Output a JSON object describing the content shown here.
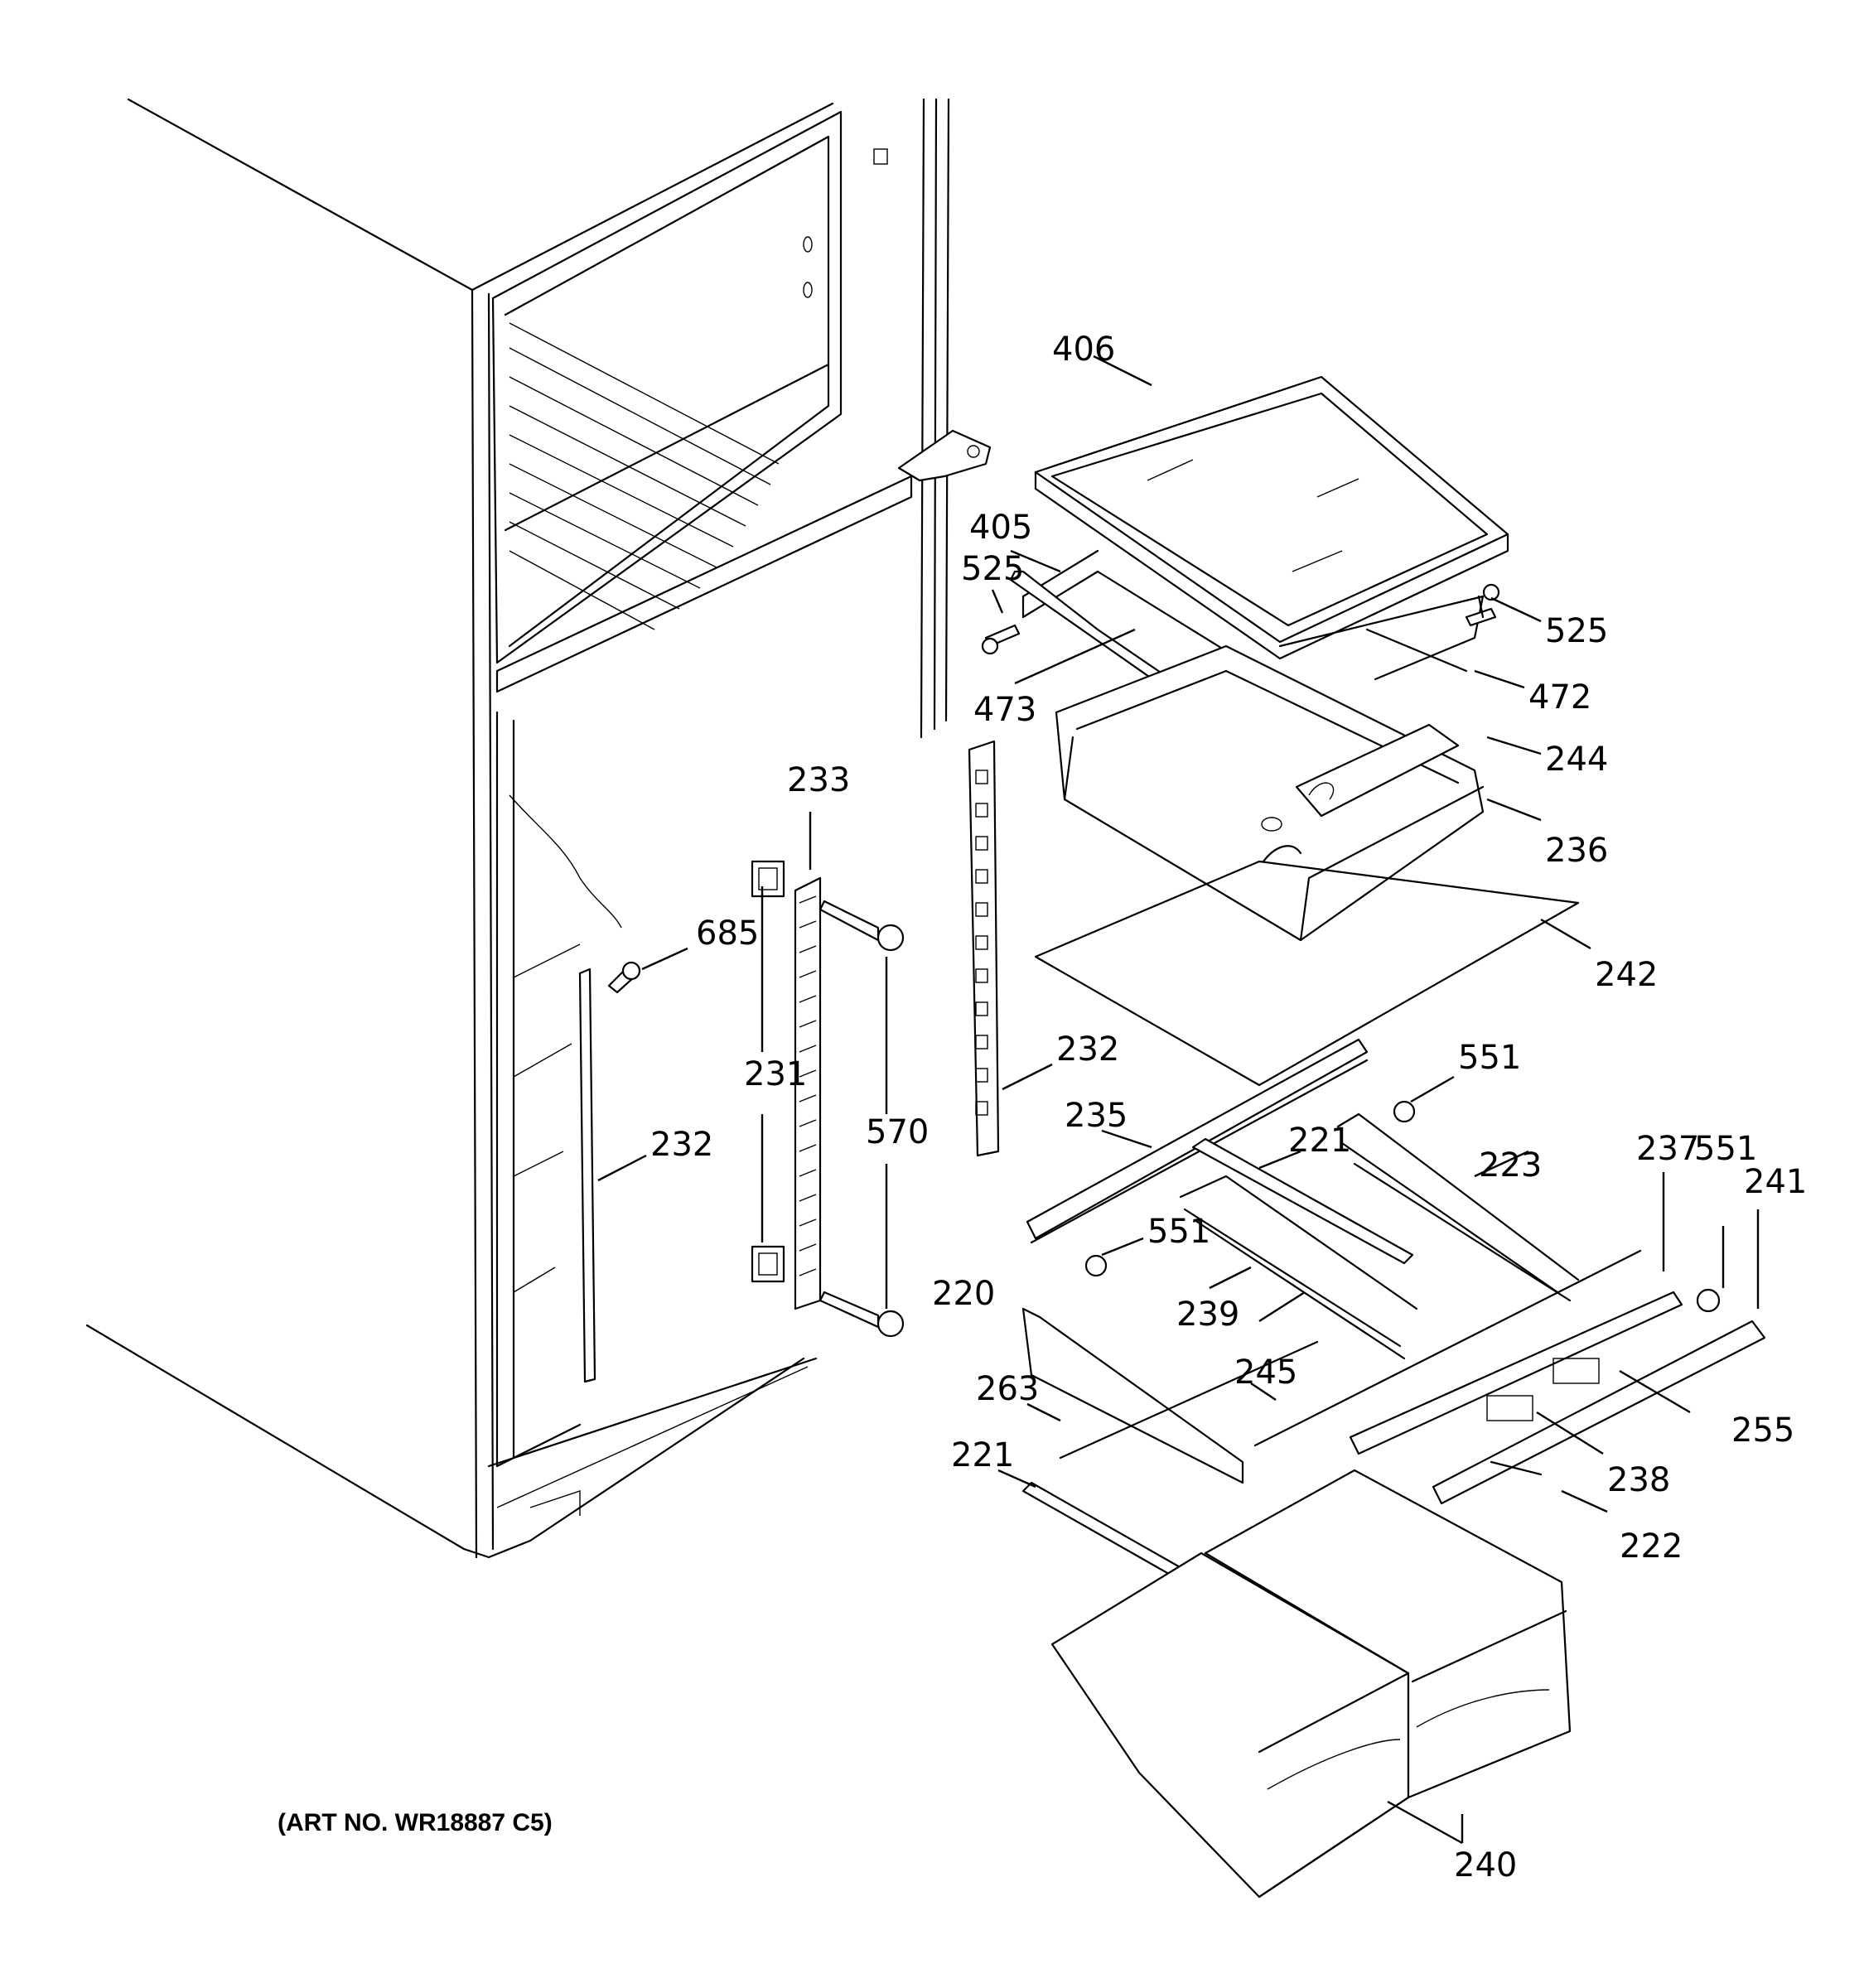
{
  "art_number": "(ART NO. WR18887 C5)",
  "callouts": {
    "c406": "406",
    "c405": "405",
    "c525a": "525",
    "c525b": "525",
    "c473": "473",
    "c472": "472",
    "c244": "244",
    "c236": "236",
    "c242": "242",
    "c233": "233",
    "c685": "685",
    "c231": "231",
    "c570": "570",
    "c232a": "232",
    "c232b": "232",
    "c235": "235",
    "c221a": "221",
    "c221b": "221",
    "c223": "223",
    "c551a": "551",
    "c551b": "551",
    "c551c": "551",
    "c237": "237",
    "c241": "241",
    "c239": "239",
    "c220": "220",
    "c263": "263",
    "c245": "245",
    "c255": "255",
    "c238": "238",
    "c222": "222",
    "c240": "240"
  }
}
